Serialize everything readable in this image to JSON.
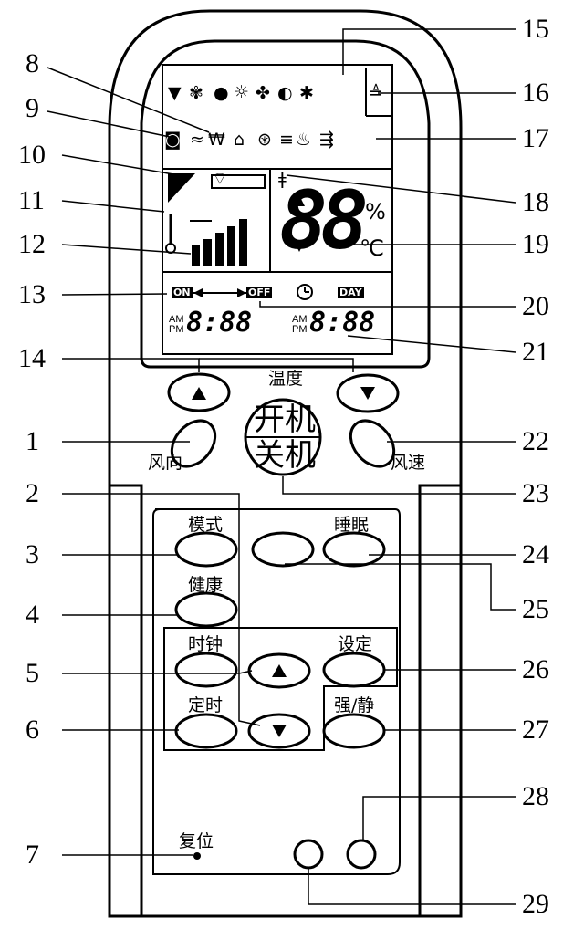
{
  "callouts": [
    "1",
    "2",
    "3",
    "4",
    "5",
    "6",
    "7",
    "8",
    "9",
    "10",
    "11",
    "12",
    "13",
    "14",
    "15",
    "16",
    "17",
    "18",
    "19",
    "20",
    "21",
    "22",
    "23",
    "24",
    "25",
    "26",
    "27",
    "28",
    "29"
  ],
  "buttons": {
    "power_on": "开机",
    "power_off": "关机",
    "temperature": "温度",
    "swing": "风向",
    "fan_speed": "风速",
    "mode": "模式",
    "health": "健康",
    "clock": "时钟",
    "set": "设定",
    "sleep": "睡眠",
    "timer": "定时",
    "turbo_quiet": "强/静",
    "reset": "复位"
  },
  "lcd": {
    "temp_digits": "88",
    "percent": "%",
    "celsius": "℃",
    "on": "ON",
    "off": "OFF",
    "day": "DAY",
    "am": "AM",
    "pm": "PM",
    "time_left": "8:88",
    "time_right": "8:88"
  },
  "icons": {
    "row1": [
      "cool-mode-icon",
      "fan-mode-icon",
      "dry-mode-icon",
      "heat-mode-icon",
      "fan-icon",
      "drop-icon",
      "auto-icon"
    ],
    "row2": [
      "sleep-icon",
      "swing-icon",
      "filter-icon",
      "turbo-icon",
      "health-icon",
      "air-icon",
      "heater-icon",
      "signal-icon"
    ]
  }
}
